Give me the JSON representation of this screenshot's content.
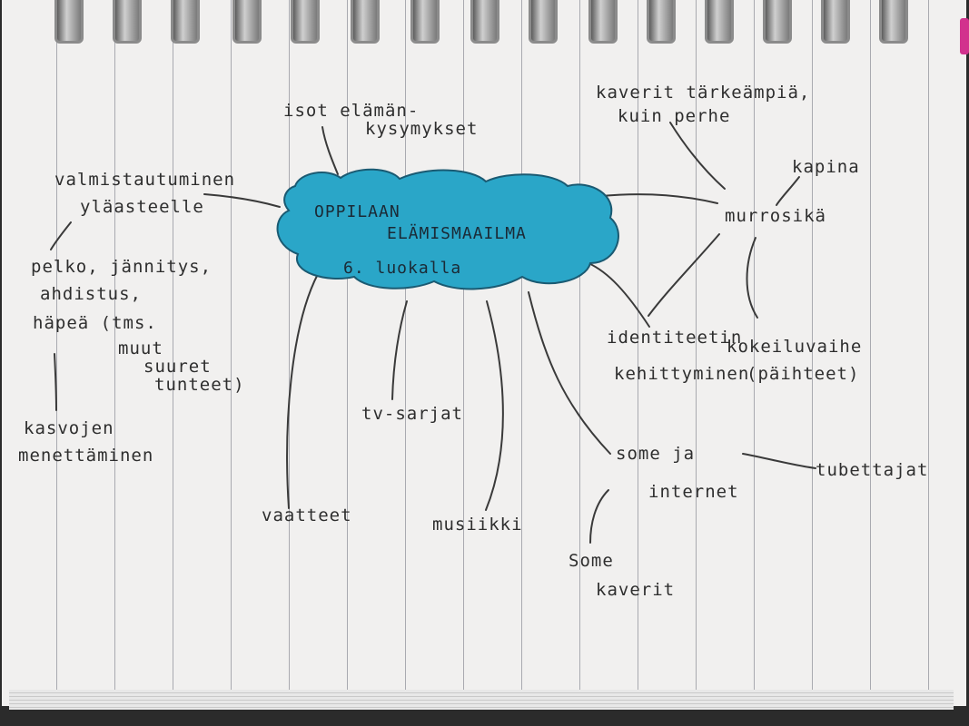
{
  "center": {
    "line1": "OPPILAAN",
    "line2": "ELÄMISMAAILMA",
    "line3": "6. luokalla",
    "color": "#2aa6c8"
  },
  "nodes": {
    "isot_elaman": "isot elämän-",
    "kysymykset": "kysymykset",
    "valmistautuminen": "valmistautuminen",
    "ylaasteelle": "yläasteelle",
    "pelko": "pelko, jännitys,",
    "ahdistus": "ahdistus,",
    "hapea": "häpeä (tms.",
    "muut": "muut",
    "suuret": "suuret",
    "tunteet": "tunteet)",
    "kasvojen": "kasvojen",
    "menettaminen": "menettäminen",
    "kaverit_tarkeampia": "kaverit tärkeämpiä,",
    "kuin_perhe": "kuin perhe",
    "kapina": "kapina",
    "murrosika": "murrosikä",
    "kokeiluvaihe": "kokeiluvaihe",
    "paihteet": "(päihteet)",
    "identiteetin": "identiteetin",
    "kehittyminen": "kehittyminen",
    "some_ja": "some ja",
    "internet": "internet",
    "tubettajat": "tubettajat",
    "some": "Some",
    "kaverit": "kaverit",
    "tv_sarjat": "tv-sarjat",
    "musiikki": "musiikki",
    "vaatteet": "vaatteet"
  }
}
